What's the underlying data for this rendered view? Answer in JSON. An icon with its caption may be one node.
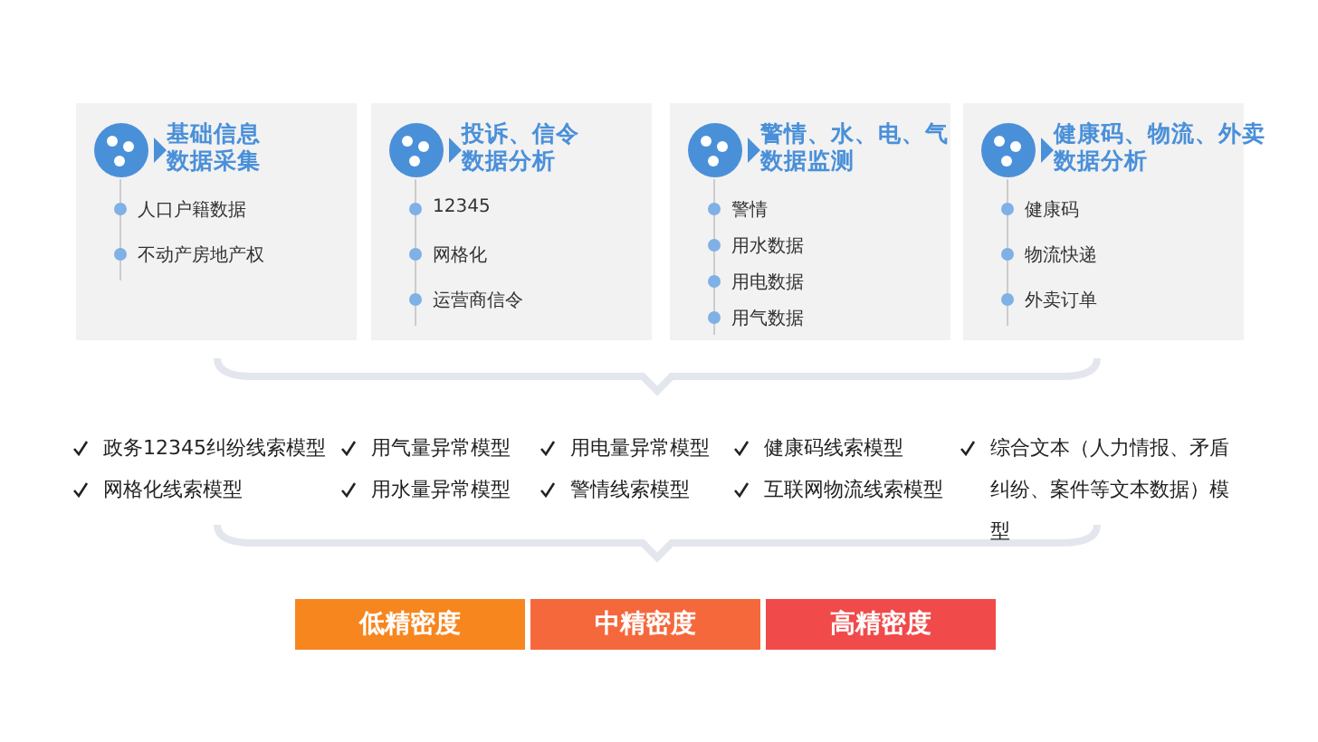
{
  "diagram": {
    "nodes": [
      {
        "text": [
          "基础信息数据采集",
          "人口户籍数据",
          "不动产房地产权"
        ]
      },
      {
        "text": [
          "投诉、信令数据分析",
          "12345",
          "网格化",
          "运营商信令"
        ]
      },
      {
        "text": [
          "警情、水、电、气数据监测",
          "警情",
          "用水数据",
          "用电数据",
          "用气数据"
        ]
      },
      {
        "text": [
          "健康码、物流、外卖数据分析",
          "健康码",
          "物流快递",
          "外卖订单"
        ]
      },
      {
        "text": [
          "低精密度"
        ]
      },
      {
        "text": [
          "中精密度"
        ]
      },
      {
        "text": [
          "高精密度"
        ]
      }
    ],
    "labels": [
      "政务12345纠纷线索模型",
      "用气量异常模型",
      "用电量异常模型",
      "健康码线索模型",
      "综合文本（人力情报、矛盾纠纷、案件等文本数据）模型",
      "网格化线索模型",
      "用水量异常模型",
      "警情线索模型",
      "互联网物流线索模型"
    ]
  }
}
